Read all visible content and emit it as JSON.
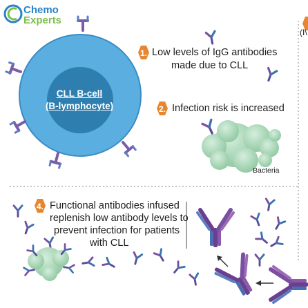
{
  "logo": {
    "word1": "Chemo",
    "word2": "Experts"
  },
  "cell": {
    "label_line1": "CLL B-cell",
    "label_line2": "(B-lymphocyte)"
  },
  "steps": [
    {
      "number": "1.",
      "line1": "Low levels of IgG antibodies",
      "line2": "made due to CLL"
    },
    {
      "number": "2.",
      "line1": "Infection risk is increased"
    },
    {
      "number": "4.",
      "line1": "Functional antibodies infused",
      "line2": "replenish low antibody levels to",
      "line3": "prevent infection for patients",
      "line4": "with CLL"
    }
  ],
  "bacteria_label": "Bacteria",
  "edge_fragment": "(I\\",
  "colors": {
    "cell_outer": "#5aaee0",
    "cell_inner": "#2e7fb0",
    "badge": "#e8862f",
    "logo_blue": "#2b82c6",
    "logo_green": "#7cc04a",
    "antibody_purple": "#6b3f8f",
    "antibody_blue": "#3a6ea5",
    "bacteria": "#a8d6b4"
  }
}
